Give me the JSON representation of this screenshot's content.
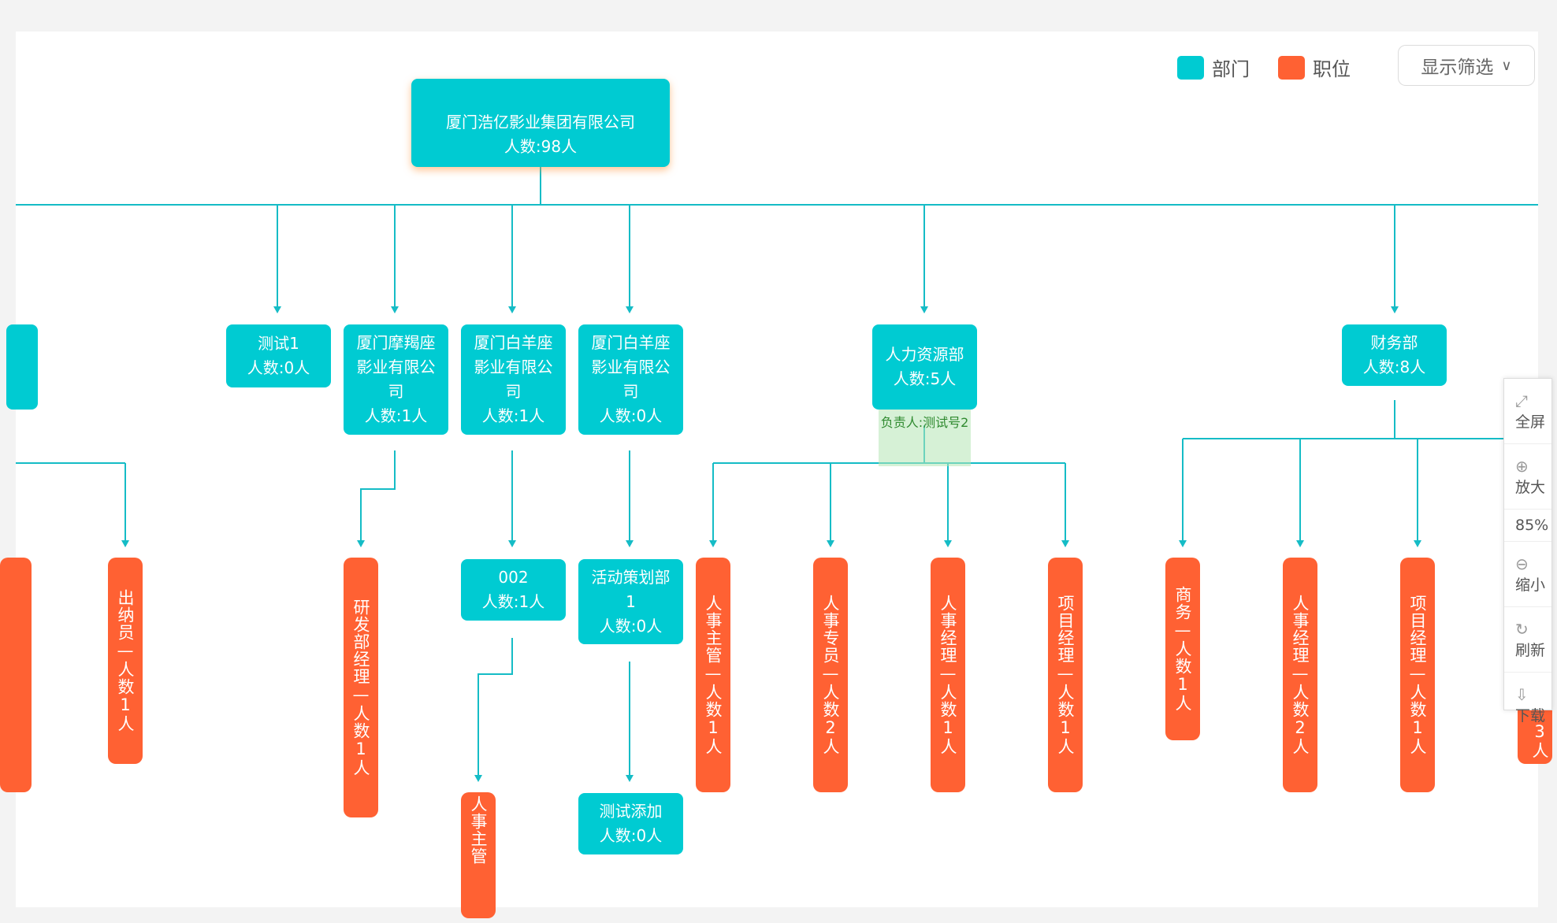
{
  "legend": {
    "dept_label": "部门",
    "pos_label": "职位",
    "dept_color": "#00cbd2",
    "pos_color": "#ff6133"
  },
  "filter": {
    "label": "显示筛选",
    "chevron": "chevron-down-icon"
  },
  "root": {
    "name": "厦门浩亿影业集团有限公司",
    "count": "人数:98人"
  },
  "departments": {
    "test1": {
      "name": "测试1",
      "count": "人数:0人"
    },
    "xm_mojie": {
      "name": "厦门摩羯座影业有限公司",
      "count": "人数:1人"
    },
    "xm_baiyang1": {
      "name": "厦门白羊座影业有限公司",
      "count": "人数:1人"
    },
    "xm_baiyang2": {
      "name": "厦门白羊座影业有限公司",
      "count": "人数:0人"
    },
    "hr": {
      "name": "人力资源部",
      "count": "人数:5人",
      "lead": "负责人:测试号2"
    },
    "finance": {
      "name": "财务部",
      "count": "人数:8人"
    },
    "d002": {
      "name": "002",
      "count": "人数:1人"
    },
    "event": {
      "name": "活动策划部1",
      "count": "人数:0人"
    },
    "test_add": {
      "name": "测试添加",
      "count": "人数:0人"
    }
  },
  "positions": {
    "cashier": "出纳员—人数1人",
    "rd_mgr": "研发部经理—人数1人",
    "hr_sup_bottom": "人事主管",
    "hr_sup": "人事主管—人数1人",
    "hr_spec": "人事专员—人数2人",
    "hr_mgr": "人事经理—人数1人",
    "proj_mgr": "项目经理—人数1人",
    "business": "商务—人数1人",
    "fin_hr_mgr": "人事经理—人数2人",
    "fin_proj_mgr": "项目经理—人数1人",
    "partial_right": "3人"
  },
  "toolbar": {
    "fullscreen": "全屏",
    "zoom_in": "放大",
    "zoom_level": "85%",
    "zoom_out": "缩小",
    "refresh": "刷新",
    "download": "下载"
  }
}
